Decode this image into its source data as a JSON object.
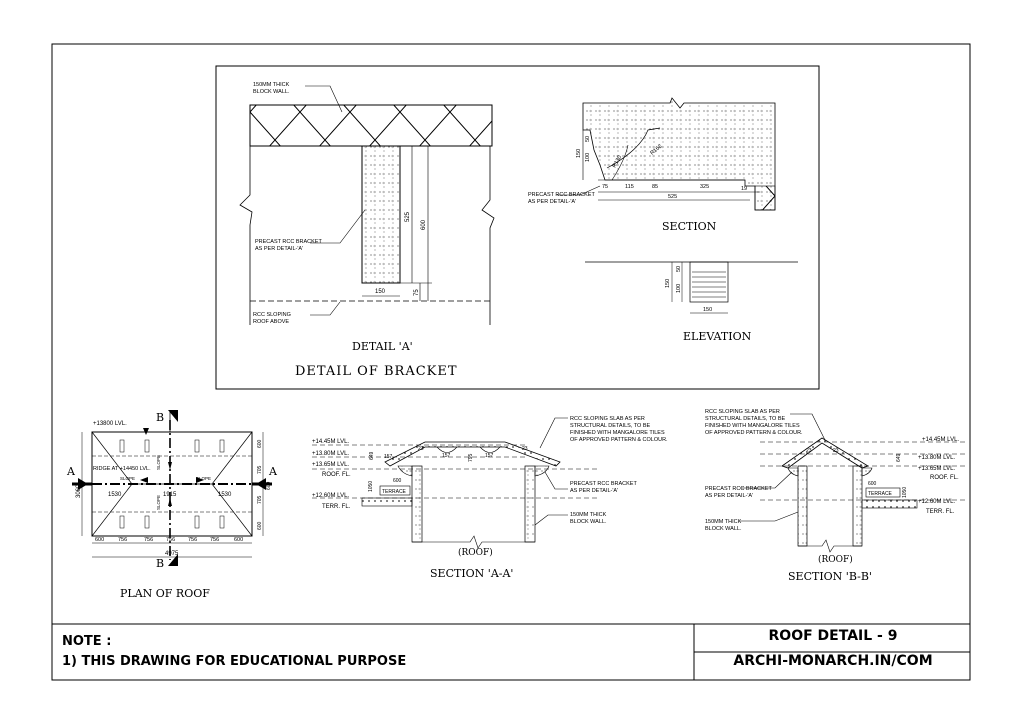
{
  "detail_a": {
    "wall_note": [
      "150MM THICK",
      "BLOCK WALL."
    ],
    "bracket_note": [
      "PRECAST RCC BRACKET",
      "AS PER DETAIL-'A'"
    ],
    "roof_note": [
      "RCC SLOPING",
      "ROOF ABOVE"
    ],
    "dim_width": "150",
    "dim_525": "525",
    "dim_600": "600",
    "dim_75": "75",
    "label": "DETAIL 'A'",
    "main_title": "DETAIL OF BRACKET"
  },
  "section": {
    "dims": [
      "150",
      "50",
      "100",
      "75",
      "115",
      "85",
      "325",
      "525",
      "19"
    ],
    "radius_1": "R130",
    "radius_2": "R162",
    "bracket_note": [
      "PRECAST RCC BRACKET",
      "AS PER DETAIL-'A'"
    ],
    "label": "SECTION"
  },
  "elevation": {
    "dims": [
      "150",
      "50",
      "100",
      "150"
    ],
    "label": "ELEVATION"
  },
  "plan": {
    "level_top": "+13800 LVL.",
    "level_ridge": "RIDGE AT +14450 LVL.",
    "slope": "SLOPE",
    "dims_h": [
      "600",
      "756",
      "756",
      "756",
      "756",
      "756",
      "600"
    ],
    "dim_total": "4975",
    "dim_1530a": "1530",
    "dim_1915": "1915",
    "dim_1530b": "1530",
    "dims_v": [
      "600",
      "705",
      "600",
      "705",
      "600"
    ],
    "dim_3060": "3060",
    "marker_a": "A",
    "marker_b": "B",
    "label": "PLAN OF ROOF"
  },
  "section_aa": {
    "levels": [
      "+14.45M LVL.",
      "+13.80M LVL.",
      "+13.65M LVL.",
      "ROOF. FL.",
      "+12.60M LVL.",
      "TERR. FL."
    ],
    "dims": [
      "649",
      "157",
      "23",
      "157",
      "795",
      "157",
      "23",
      "600",
      "1050"
    ],
    "slab_note": [
      "RCC SLOPING SLAB AS PER",
      "STRUCTURAL DETAILS, TO BE",
      "FINISHED WITH MANGALORE TILES",
      "OF APPROVED PATTERN & COLOUR."
    ],
    "bracket_note": [
      "PRECAST RCC BRACKET",
      "AS PER DETAIL-'A'"
    ],
    "wall_note": [
      "150MM THICK",
      "BLOCK WALL."
    ],
    "terrace": "TERRACE",
    "sub": "(ROOF)",
    "label": "SECTION 'A-A'"
  },
  "section_bb": {
    "slab_note": [
      "RCC SLOPING SLAB AS PER",
      "STRUCTURAL DETAILS, TO BE",
      "FINISHED WITH MANGALORE TILES",
      "OF APPROVED PATTERN & COLOUR."
    ],
    "levels": [
      "+14.45M LVL.",
      "+13.80M LVL.",
      "+13.65M LVL.",
      "ROOF. FL.",
      "+12.60M LVL.",
      "TERR. FL."
    ],
    "dims": [
      "23",
      "23",
      "649",
      "600",
      "1050"
    ],
    "bracket_note": [
      "PRECAST RCC BRACKET",
      "AS PER DETAIL-'A'"
    ],
    "wall_note": [
      "150MM THICK",
      "BLOCK WALL."
    ],
    "terrace": "TERRACE",
    "sub": "(ROOF)",
    "label": "SECTION 'B-B'"
  },
  "footer": {
    "note_title": "NOTE :",
    "note_line": "1) THIS DRAWING FOR EDUCATIONAL PURPOSE",
    "title": "ROOF DETAIL - 9",
    "site": "ARCHI-MONARCH.IN/COM"
  }
}
